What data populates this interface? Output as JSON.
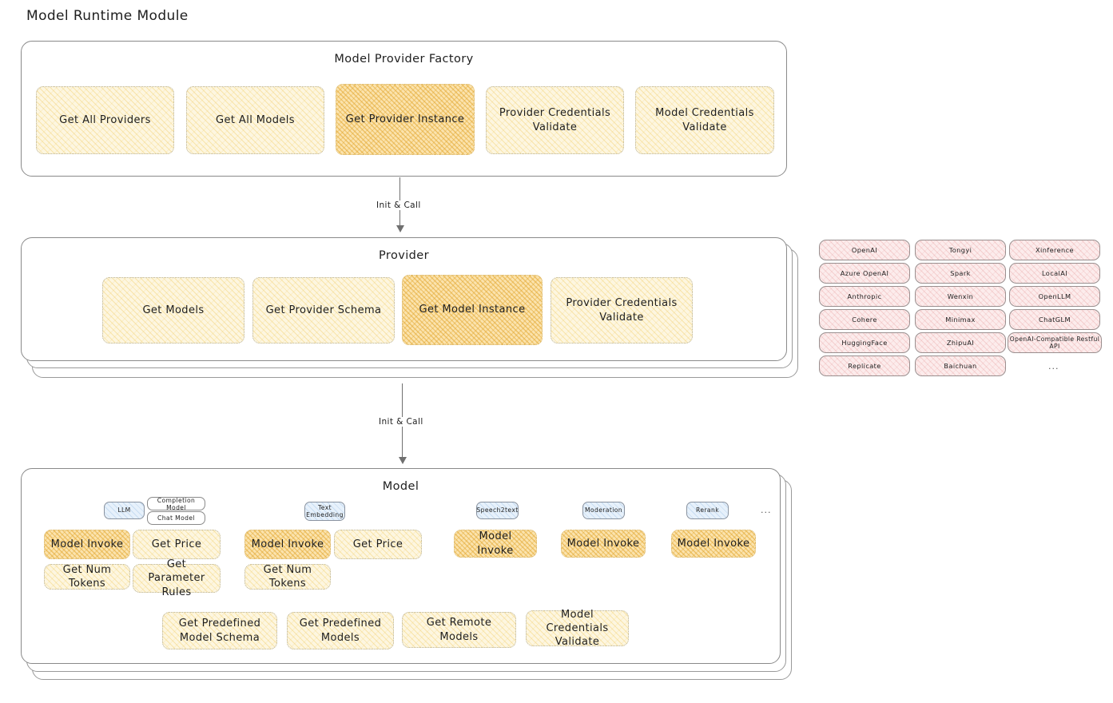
{
  "title": "Model Runtime Module",
  "sections": {
    "factory": {
      "title": "Model Provider Factory",
      "nodes": [
        {
          "label": "Get All Providers",
          "emphasis": "light"
        },
        {
          "label": "Get All Models",
          "emphasis": "light"
        },
        {
          "label": "Get Provider Instance",
          "emphasis": "dark"
        },
        {
          "label": "Provider Credentials Validate",
          "emphasis": "light"
        },
        {
          "label": "Model Credentials Validate",
          "emphasis": "light"
        }
      ]
    },
    "provider": {
      "title": "Provider",
      "nodes": [
        {
          "label": "Get Models",
          "emphasis": "light"
        },
        {
          "label": "Get Provider Schema",
          "emphasis": "light"
        },
        {
          "label": "Get Model Instance",
          "emphasis": "dark"
        },
        {
          "label": "Provider Credentials Validate",
          "emphasis": "light"
        }
      ]
    },
    "model": {
      "title": "Model",
      "type_chips": [
        {
          "label": "LLM",
          "style": "blue"
        },
        {
          "label": "Completion Model",
          "style": "white"
        },
        {
          "label": "Chat Model",
          "style": "white"
        },
        {
          "label": "Text Embedding",
          "style": "blue"
        },
        {
          "label": "Speech2text",
          "style": "blue"
        },
        {
          "label": "Moderation",
          "style": "blue"
        },
        {
          "label": "Rerank",
          "style": "blue"
        }
      ],
      "type_ellipsis": "...",
      "op_nodes": [
        {
          "label": "Model Invoke",
          "emphasis": "dark"
        },
        {
          "label": "Get Price",
          "emphasis": "light"
        },
        {
          "label": "Get Num Tokens",
          "emphasis": "light"
        },
        {
          "label": "Get Parameter Rules",
          "emphasis": "light"
        },
        {
          "label": "Model Invoke",
          "emphasis": "dark"
        },
        {
          "label": "Get Price",
          "emphasis": "light"
        },
        {
          "label": "Get Num Tokens",
          "emphasis": "light"
        },
        {
          "label": "Model Invoke",
          "emphasis": "dark"
        },
        {
          "label": "Model Invoke",
          "emphasis": "dark"
        },
        {
          "label": "Model Invoke",
          "emphasis": "dark"
        }
      ],
      "bottom_nodes": [
        {
          "label": "Get Predefined Model Schema",
          "emphasis": "light"
        },
        {
          "label": "Get Predefined Models",
          "emphasis": "light"
        },
        {
          "label": "Get Remote Models",
          "emphasis": "light"
        },
        {
          "label": "Model Credentials Validate",
          "emphasis": "light"
        }
      ]
    }
  },
  "arrows": [
    {
      "label": "Init & Call"
    },
    {
      "label": "Init & Call"
    }
  ],
  "provider_list": {
    "column1": [
      "OpenAI",
      "Azure OpenAI",
      "Anthropic",
      "Cohere",
      "HuggingFace",
      "Replicate"
    ],
    "column2": [
      "Tongyi",
      "Spark",
      "Wenxin",
      "Minimax",
      "ZhipuAI",
      "Baichuan"
    ],
    "column3": [
      "Xinference",
      "LocalAI",
      "OpenLLM",
      "ChatGLM",
      "OpenAI-Compatible Restful API"
    ],
    "ellipsis": "..."
  },
  "colors": {
    "highlight_fill": "#fbe3ad",
    "normal_fill": "#fdf6e0",
    "provider_chip_fill": "#fcecec",
    "model_type_chip_fill": "#e7f1fb",
    "stroke": "#8a8a8a"
  }
}
